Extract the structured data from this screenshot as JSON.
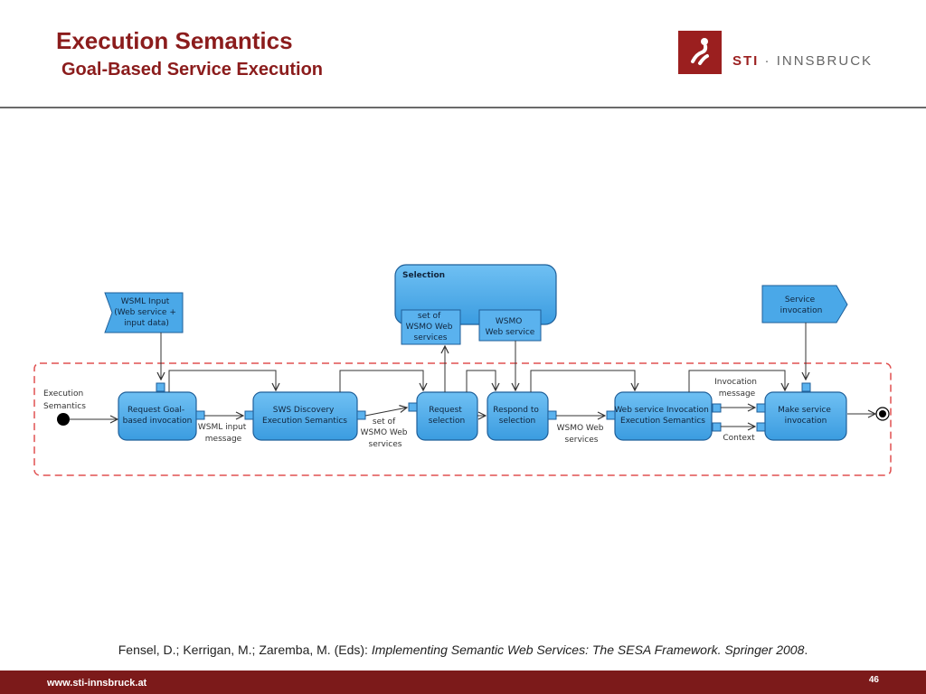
{
  "header": {
    "title": "Execution Semantics",
    "subtitle": "Goal-Based Service Execution",
    "logo_strong": "STI",
    "logo_sep": " · ",
    "logo_rest": "INNSBRUCK"
  },
  "diagram": {
    "start_label": [
      "Execution",
      "Semantics"
    ],
    "selection_title": "Selection",
    "input_note": [
      "WSML Input",
      "(Web service +",
      "input data)"
    ],
    "service_note": [
      "Service",
      "invocation"
    ],
    "activities": {
      "request_goal": [
        "Request Goal-",
        "based invocation"
      ],
      "discovery": [
        "SWS Discovery",
        "Execution Semantics"
      ],
      "request_selection": [
        "Request",
        "selection"
      ],
      "respond_selection": [
        "Respond to",
        "selection"
      ],
      "invocation_sem": [
        "Web service Invocation",
        "Execution Semantics"
      ],
      "make_invocation": [
        "Make service",
        "invocation"
      ]
    },
    "sel_set": [
      "set of",
      "WSMO Web",
      "services"
    ],
    "sel_wsmo": [
      "WSMO",
      "Web service"
    ],
    "edge_labels": {
      "wsml_input": [
        "WSML input",
        "message"
      ],
      "set_of": [
        "set of",
        "WSMO Web",
        "services"
      ],
      "wsmo_web": [
        "WSMO Web",
        "services"
      ],
      "invocation_msg": [
        "Invocation",
        "message"
      ],
      "context": [
        "Context"
      ]
    }
  },
  "citation": {
    "authors": "Fensel, D.; Kerrigan, M.; Zaremba, M. (Eds): ",
    "book": "Implementing Semantic Web Services: The SESA Framework. Springer 2008",
    "end": "."
  },
  "footer": {
    "url": "www.sti-innsbruck.at",
    "page": "46"
  },
  "colors": {
    "brand": "#8b1c1c",
    "activity_fill": "#4aa8e8",
    "activity_stroke": "#1f5f99",
    "region_dash": "#e05050"
  }
}
